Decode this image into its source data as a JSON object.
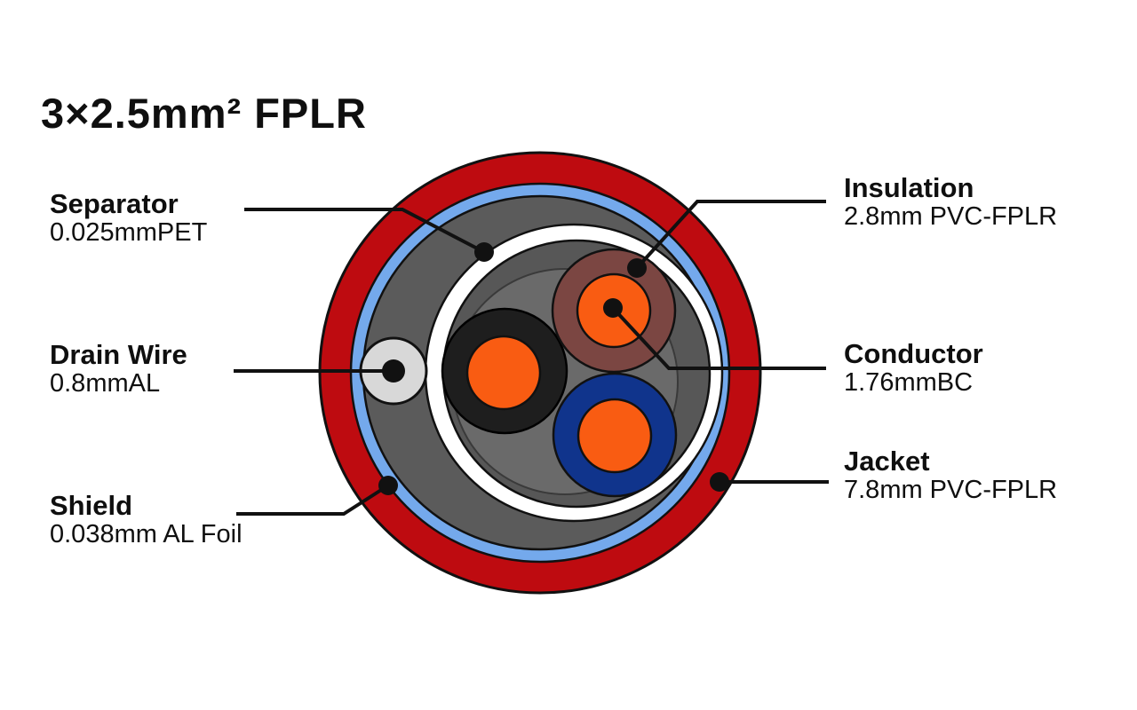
{
  "title": "3×2.5mm² FPLR",
  "colors": {
    "background": "#ffffff",
    "line": "#111111",
    "text": "#0f0f0f",
    "jacket_red": "#be0b10",
    "shield_blue": "#74a9ec",
    "filler_gray": "#5b5b5b",
    "separator_white": "#ffffff",
    "core_gray": "#575757",
    "inner_filler_gray": "#6a6a6a",
    "drain_gray": "#d8d8d8",
    "insulation_black": "#1e1e1e",
    "insulation_brown": "#7b4642",
    "insulation_blue": "#10348c",
    "conductor_orange": "#f95c12"
  },
  "callouts": {
    "separator": {
      "name": "Separator",
      "value": "0.025mmPET"
    },
    "drain_wire": {
      "name": "Drain Wire",
      "value": "0.8mmAL"
    },
    "shield": {
      "name": "Shield",
      "value": "0.038mm AL Foil"
    },
    "insulation": {
      "name": "Insulation",
      "value": "2.8mm PVC-FPLR"
    },
    "conductor": {
      "name": "Conductor",
      "value": "1.76mmBC"
    },
    "jacket": {
      "name": "Jacket",
      "value": "7.8mm PVC-FPLR"
    }
  }
}
